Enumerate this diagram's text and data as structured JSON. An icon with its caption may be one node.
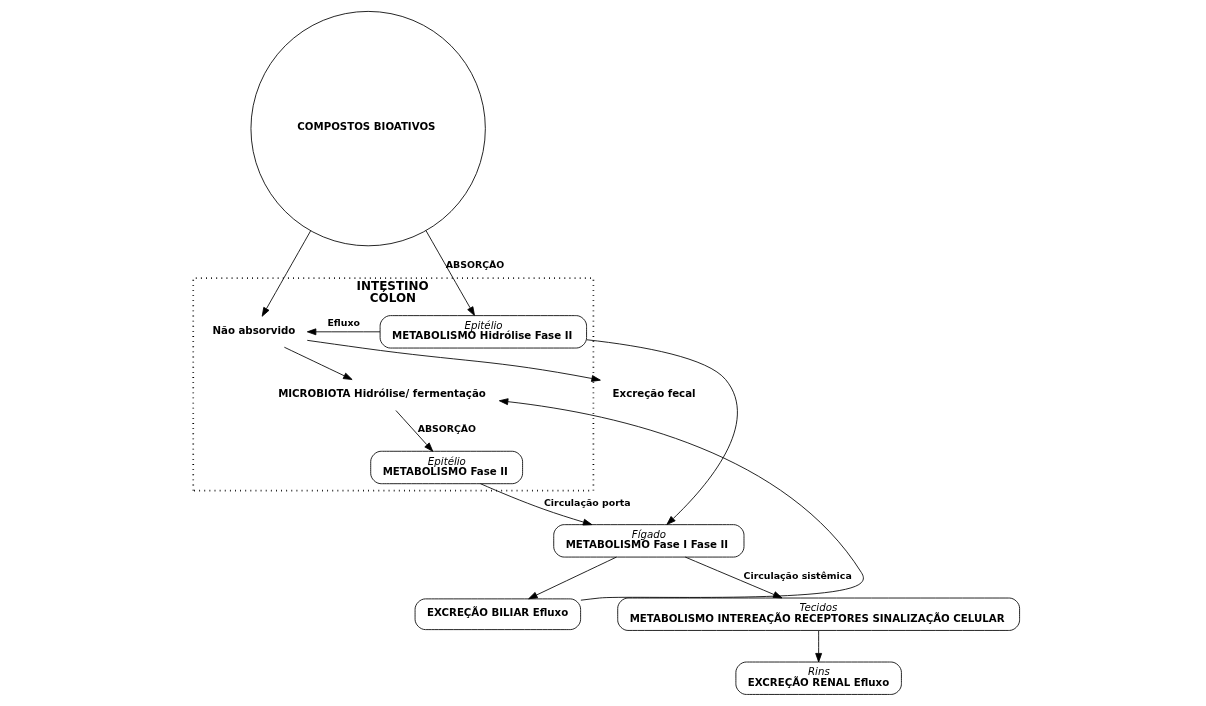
{
  "diagram": {
    "nodes": [
      {
        "text": [
          "COMPOSTOS BIOATIVOS"
        ]
      },
      {
        "text": [
          "INTESTINO",
          "CÓLON"
        ]
      },
      {
        "text": [
          "Não absorvido"
        ],
        "in": 1
      },
      {
        "text": [
          "Epitélio",
          "METABOLISMO Hidrólise Fase II"
        ],
        "in": 1
      },
      {
        "text": [
          "MICROBIOTA Hidrólise/ fermentação"
        ],
        "in": 1
      },
      {
        "text": [
          "Epitélio",
          "METABOLISMO Fase II"
        ],
        "in": 1
      },
      {
        "text": [
          "Excreção fecal"
        ]
      },
      {
        "text": [
          "Fígado",
          "METABOLISMO Fase I Fase II"
        ]
      },
      {
        "text": [
          "EXCREÇÃO BILIAR Efluxo"
        ]
      },
      {
        "text": [
          "Tecidos",
          "METABOLISMO INTEREAÇÃO RECEPTORES SINALIZAÇÃO CELULAR"
        ]
      },
      {
        "text": [
          "Rins",
          "EXCREÇÃO RENAL Efluxo"
        ]
      }
    ],
    "edges": [
      {
        "from": 0,
        "to": 2,
        "arrow": "to"
      },
      {
        "from": 0,
        "to": 3,
        "arrow": "to",
        "label": "ABSORÇÃO"
      },
      {
        "from": 3,
        "to": 2,
        "arrow": "to",
        "label": "Efluxo"
      },
      {
        "from": 2,
        "to": 4,
        "arrow": "to"
      },
      {
        "from": 2,
        "to": 6,
        "arrow": "to"
      },
      {
        "from": 4,
        "to": 5,
        "arrow": "to",
        "label": "ABSORÇÃO"
      },
      {
        "from": 3,
        "to": 7,
        "arrow": "to"
      },
      {
        "from": 5,
        "to": 7,
        "arrow": "to",
        "label": "Circulação porta"
      },
      {
        "from": 7,
        "to": 8,
        "arrow": "to"
      },
      {
        "from": 8,
        "to": 4,
        "arrow": "to"
      },
      {
        "from": 7,
        "to": 9,
        "arrow": "to",
        "label": "Circulação sistêmica"
      },
      {
        "from": 9,
        "to": 10,
        "arrow": "to"
      }
    ]
  }
}
